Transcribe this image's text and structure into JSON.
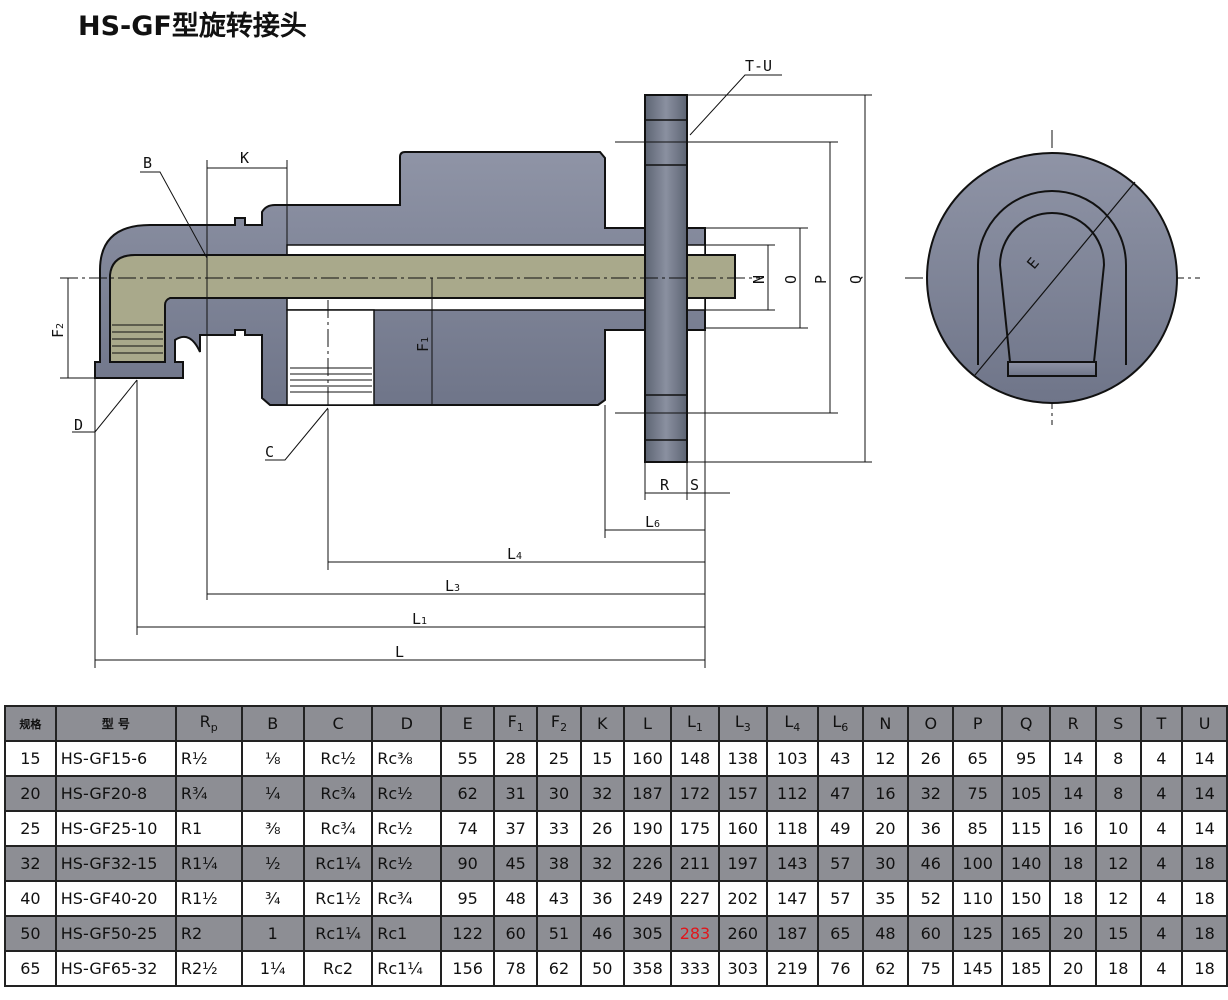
{
  "title": "HS-GF型旋转接头",
  "drawing_labels": {
    "B": "B",
    "K": "K",
    "TU": "T-U",
    "D": "D",
    "C": "C",
    "F2": {
      "main": "F",
      "sub": "2"
    },
    "F1": {
      "main": "F",
      "sub": "1"
    },
    "N": "N",
    "O": "O",
    "P": "P",
    "Q": "Q",
    "R": "R",
    "S": "S",
    "E": "E",
    "L6": {
      "main": "L",
      "sub": "6"
    },
    "L4": {
      "main": "L",
      "sub": "4"
    },
    "L3": {
      "main": "L",
      "sub": "3"
    },
    "L1": {
      "main": "L",
      "sub": "1"
    },
    "L": "L"
  },
  "colors": {
    "body": "#7e8499",
    "pipe": "#a9a98b",
    "header": "#8d8e94",
    "highlight": "#e0161b"
  },
  "table": {
    "headers": [
      {
        "main": "规格"
      },
      {
        "main": "型  号"
      },
      {
        "main": "R",
        "sub": "p"
      },
      {
        "main": "B"
      },
      {
        "main": "C"
      },
      {
        "main": "D"
      },
      {
        "main": "E"
      },
      {
        "main": "F",
        "sub": "1"
      },
      {
        "main": "F",
        "sub": "2"
      },
      {
        "main": "K"
      },
      {
        "main": "L"
      },
      {
        "main": "L",
        "sub": "1"
      },
      {
        "main": "L",
        "sub": "3"
      },
      {
        "main": "L",
        "sub": "4"
      },
      {
        "main": "L",
        "sub": "6"
      },
      {
        "main": "N"
      },
      {
        "main": "O"
      },
      {
        "main": "P"
      },
      {
        "main": "Q"
      },
      {
        "main": "R"
      },
      {
        "main": "S"
      },
      {
        "main": "T"
      },
      {
        "main": "U"
      }
    ],
    "rows": [
      [
        "15",
        "HS-GF15-6",
        "R½",
        "⅛",
        "Rc½",
        "Rc⅜",
        "55",
        "28",
        "25",
        "15",
        "160",
        "148",
        "138",
        "103",
        "43",
        "12",
        "26",
        "65",
        "95",
        "14",
        "8",
        "4",
        "14"
      ],
      [
        "20",
        "HS-GF20-8",
        "R¾",
        "¼",
        "Rc¾",
        "Rc½",
        "62",
        "31",
        "30",
        "32",
        "187",
        "172",
        "157",
        "112",
        "47",
        "16",
        "32",
        "75",
        "105",
        "14",
        "8",
        "4",
        "14"
      ],
      [
        "25",
        "HS-GF25-10",
        "R1",
        "⅜",
        "Rc¾",
        "Rc½",
        "74",
        "37",
        "33",
        "26",
        "190",
        "175",
        "160",
        "118",
        "49",
        "20",
        "36",
        "85",
        "115",
        "16",
        "10",
        "4",
        "14"
      ],
      [
        "32",
        "HS-GF32-15",
        "R1¼",
        "½",
        "Rc1¼",
        "Rc½",
        "90",
        "45",
        "38",
        "32",
        "226",
        "211",
        "197",
        "143",
        "57",
        "30",
        "46",
        "100",
        "140",
        "18",
        "12",
        "4",
        "18"
      ],
      [
        "40",
        "HS-GF40-20",
        "R1½",
        "¾",
        "Rc1½",
        "Rc¾",
        "95",
        "48",
        "43",
        "36",
        "249",
        "227",
        "202",
        "147",
        "57",
        "35",
        "52",
        "110",
        "150",
        "18",
        "12",
        "4",
        "18"
      ],
      [
        "50",
        "HS-GF50-25",
        "R2",
        "1",
        "Rc1¼",
        "Rc1",
        "122",
        "60",
        "51",
        "46",
        "305",
        "283",
        "260",
        "187",
        "65",
        "48",
        "60",
        "125",
        "165",
        "20",
        "15",
        "4",
        "18"
      ],
      [
        "65",
        "HS-GF65-32",
        "R2½",
        "1¼",
        "Rc2",
        "Rc1¼",
        "156",
        "78",
        "62",
        "50",
        "358",
        "333",
        "303",
        "219",
        "76",
        "62",
        "75",
        "145",
        "185",
        "20",
        "18",
        "4",
        "18"
      ]
    ],
    "highlighted_cell": {
      "row": 5,
      "col": 11
    }
  }
}
